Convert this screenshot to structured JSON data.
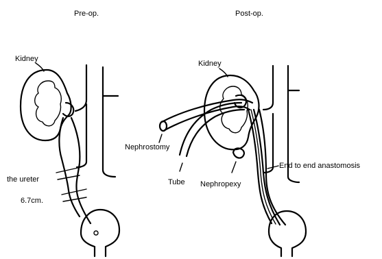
{
  "headers": {
    "pre": "Pre-op.",
    "post": "Post-op."
  },
  "pre_labels": {
    "kidney": "Kidney",
    "ureter": "the ureter",
    "length": "6.7cm."
  },
  "post_labels": {
    "kidney": "Kidney",
    "nephrostomy": "Nephrostomy",
    "tube": "Tube",
    "nephropexy": "Nephropexy",
    "anastomosis": "End to end anastomosis"
  }
}
